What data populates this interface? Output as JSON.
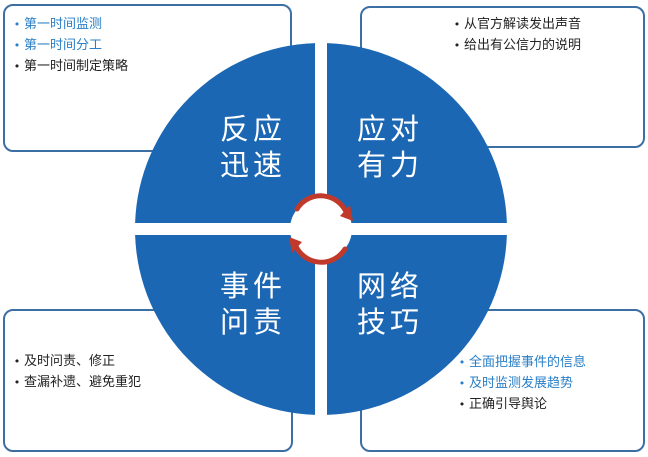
{
  "quadrants": {
    "top_left": {
      "line1": "反应",
      "line2": "迅速"
    },
    "top_right": {
      "line1": "应对",
      "line2": "有力"
    },
    "bottom_left": {
      "line1": "事件",
      "line2": "问责"
    },
    "bottom_right": {
      "line1": "网络",
      "line2": "技巧"
    }
  },
  "boxes": {
    "top_left": [
      "第一时间监测",
      "第一时间分工",
      "第一时间制定策略"
    ],
    "top_right": [
      "从官方解读发出声音",
      "给出有公信力的说明"
    ],
    "bottom_left": [
      "及时问责、修正",
      "查漏补遗、避免重犯"
    ],
    "bottom_right": [
      "全面把握事件的信息",
      "及时监测发展趋势",
      "正确引导舆论"
    ]
  },
  "colors": {
    "quadrant_fill": "#1b67b4",
    "box_border": "#3c6fa3",
    "highlight_text": "#2a7fc7",
    "cycle_arrows": "#c0392b"
  },
  "icons": {
    "bullet": "•",
    "cycle": "circular-arrows-icon"
  }
}
